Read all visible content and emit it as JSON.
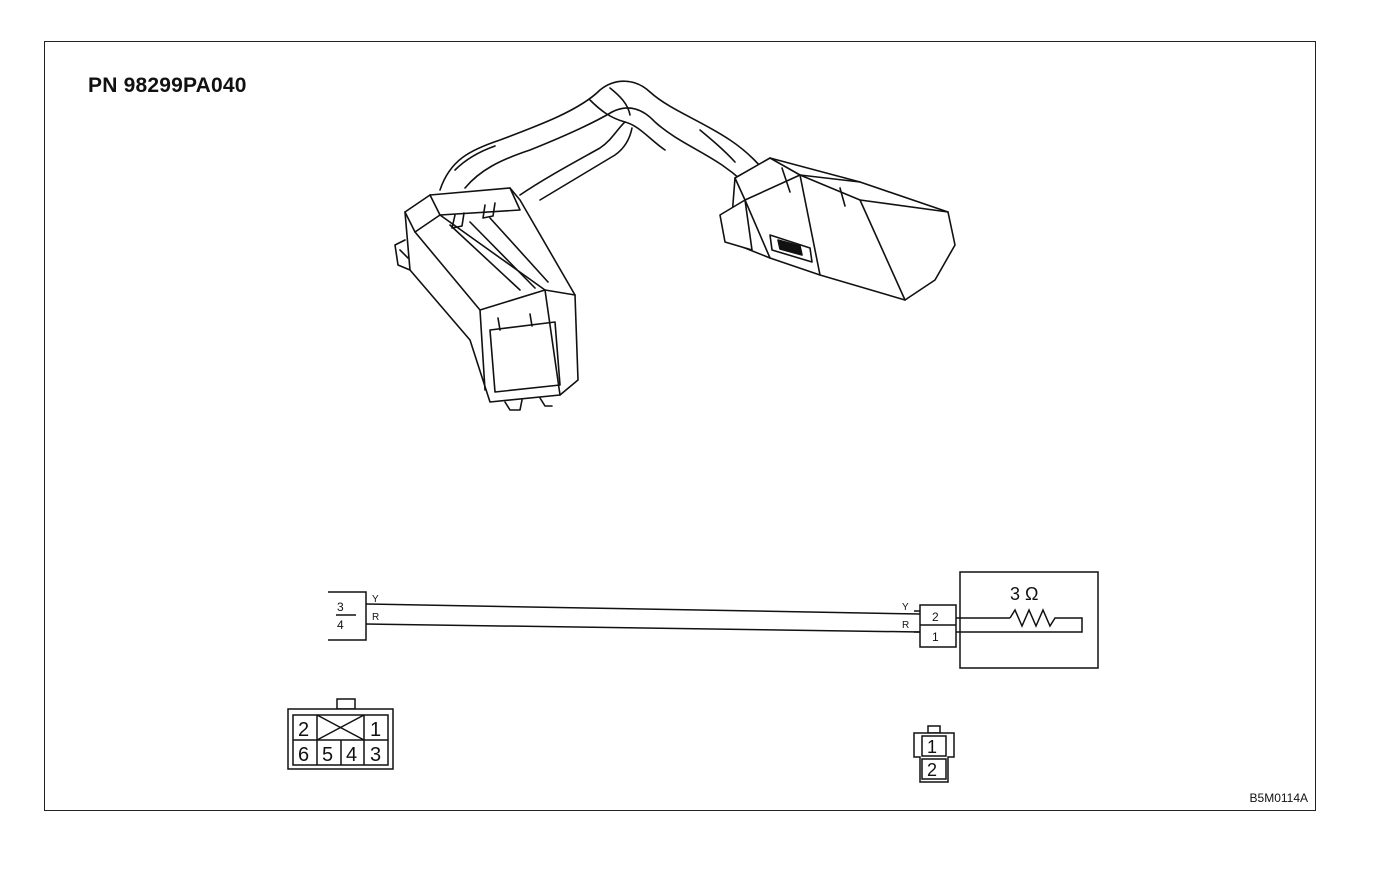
{
  "part_number": "PN 98299PA040",
  "figure_code": "B5M0114A",
  "schematic": {
    "left_connector": {
      "top_pin": "3",
      "bottom_pin": "4"
    },
    "left_wire_colors": {
      "top": "Y",
      "bottom": "R"
    },
    "right_wire_colors": {
      "top": "Y",
      "bottom": "R"
    },
    "right_connector": {
      "top_pin": "2",
      "bottom_pin": "1"
    },
    "resistor_label": "3 Ω"
  },
  "connector_faces": {
    "six_pin": {
      "top_row": [
        "2",
        "1"
      ],
      "bottom_row": [
        "6",
        "5",
        "4",
        "3"
      ]
    },
    "two_pin": {
      "pins": [
        "1",
        "2"
      ]
    }
  }
}
